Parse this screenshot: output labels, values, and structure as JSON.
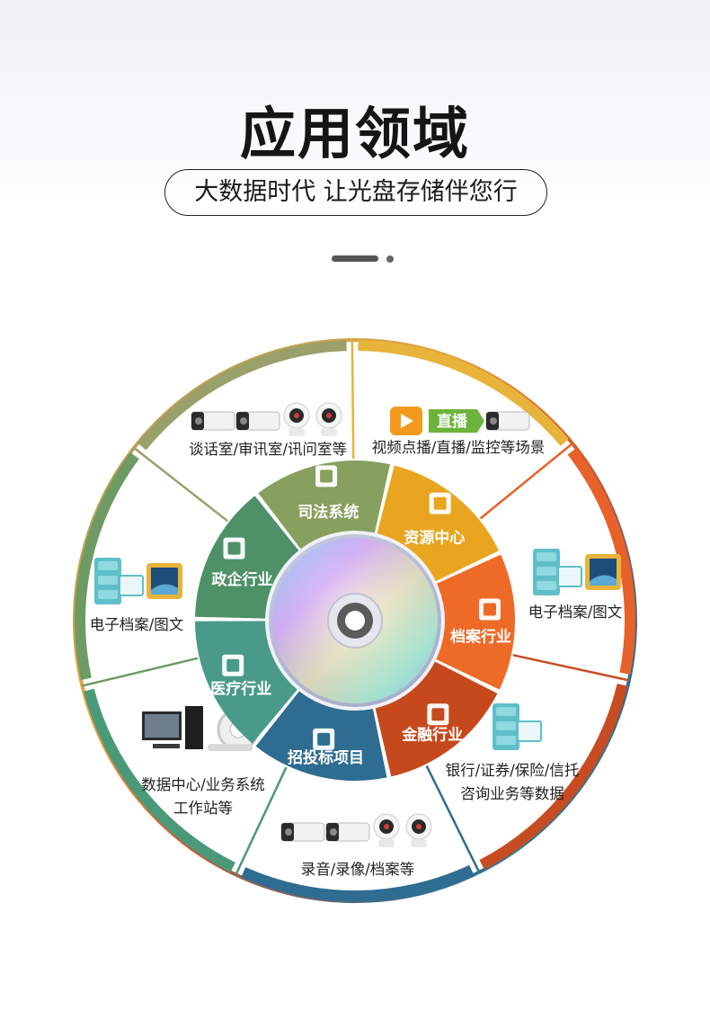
{
  "header": {
    "title": "应用领域",
    "subtitle": "大数据时代 让光盘存储伴您行"
  },
  "inner_sectors": [
    {
      "label": "司法系统",
      "icon": "courthouse-icon",
      "color": "#87a05e"
    },
    {
      "label": "资源中心",
      "icon": "clover-icon",
      "color": "#e9a520"
    },
    {
      "label": "档案行业",
      "icon": "binders-icon",
      "color": "#ee6a27"
    },
    {
      "label": "金融行业",
      "icon": "money-hand-icon",
      "color": "#c6491e"
    },
    {
      "label": "招投标项目",
      "icon": "gavel-document-icon",
      "color": "#2f6c92"
    },
    {
      "label": "医疗行业",
      "icon": "medical-kit-icon",
      "color": "#4a9a8a"
    },
    {
      "label": "政企行业",
      "icon": "building-icon",
      "color": "#4e9168"
    }
  ],
  "outer_sectors": [
    {
      "caption": "谈话室/审讯室/讯问室等",
      "icons": [
        "bullet-camera-icon",
        "bullet-camera-icon",
        "dome-camera-icon",
        "dome-camera-icon"
      ]
    },
    {
      "caption": "视频点播/直播/监控等场景",
      "badge": "直播",
      "icons": [
        "play-icon",
        "live-badge-icon",
        "bullet-camera-icon"
      ]
    },
    {
      "caption": "电子档案/图文",
      "icons": [
        "server-icon",
        "photo-icon"
      ]
    },
    {
      "caption_lines": [
        "银行/证券/保险/信托",
        "咨询业务等数据"
      ],
      "icons": [
        "server-icon"
      ]
    },
    {
      "caption": "录音/录像/档案等",
      "icons": [
        "bullet-camera-icon",
        "bullet-camera-icon",
        "dome-camera-icon",
        "dome-camera-icon"
      ]
    },
    {
      "caption_lines": [
        "数据中心/业务系统",
        "工作站等"
      ],
      "icons": [
        "workstation-icon",
        "ct-scanner-icon"
      ]
    },
    {
      "caption": "电子档案/图文",
      "icons": [
        "server-icon",
        "photo-icon"
      ]
    }
  ]
}
